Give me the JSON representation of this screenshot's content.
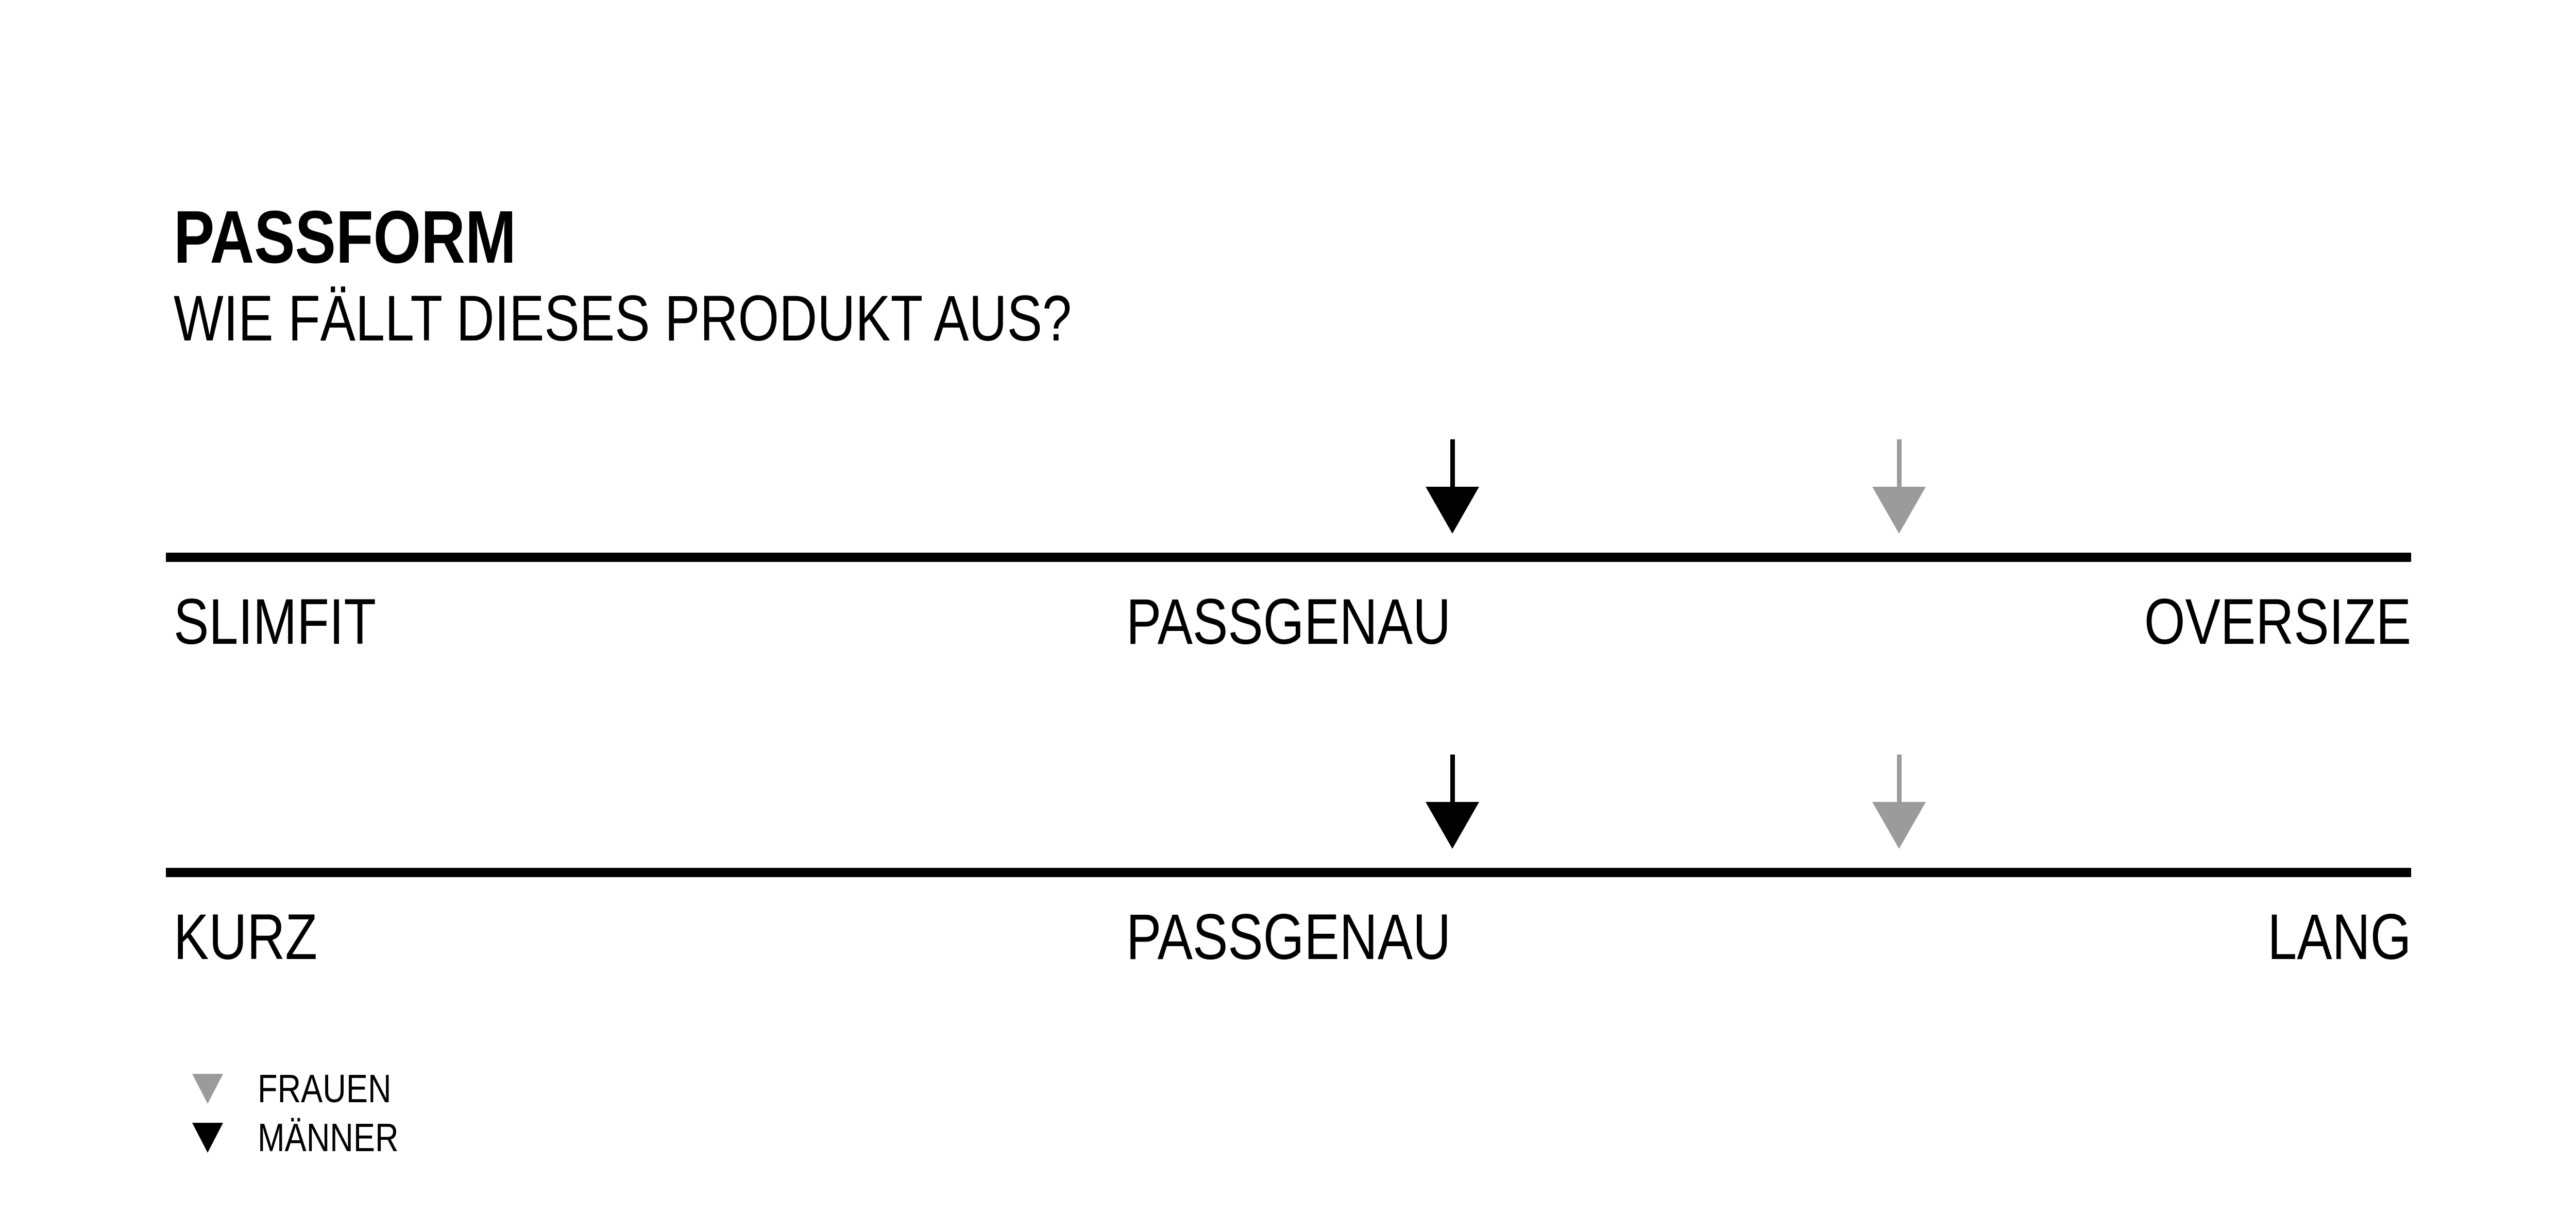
{
  "header": {
    "title": "PASSFORM",
    "subtitle": "WIE FÄLLT DIESES PRODUKT AUS?"
  },
  "colors": {
    "background": "#ffffff",
    "axis_line": "#000000",
    "men_marker": "#000000",
    "women_marker": "#9b9b9b"
  },
  "legend": [
    {
      "label": "FRAUEN",
      "color": "#9b9b9b",
      "marker": "down-triangle"
    },
    {
      "label": "MÄNNER",
      "color": "#000000",
      "marker": "down-triangle"
    }
  ],
  "chart_data": {
    "type": "scatter",
    "title": "PASSFORM",
    "subtitle": "WIE FÄLLT DIESES PRODUKT AUS?",
    "legend_position": "bottom-left",
    "grid": false,
    "scales": [
      {
        "axis_labels": [
          "SLIMFIT",
          "PASSGENAU",
          "OVERSIZE"
        ],
        "range": [
          0,
          1
        ],
        "markers": [
          {
            "name": "MÄNNER",
            "position": 0.573,
            "color": "#000000"
          },
          {
            "name": "FRAUEN",
            "position": 0.772,
            "color": "#9b9b9b"
          }
        ]
      },
      {
        "axis_labels": [
          "KURZ",
          "PASSGENAU",
          "LANG"
        ],
        "range": [
          0,
          1
        ],
        "markers": [
          {
            "name": "MÄNNER",
            "position": 0.573,
            "color": "#000000"
          },
          {
            "name": "FRAUEN",
            "position": 0.772,
            "color": "#9b9b9b"
          }
        ]
      }
    ]
  }
}
